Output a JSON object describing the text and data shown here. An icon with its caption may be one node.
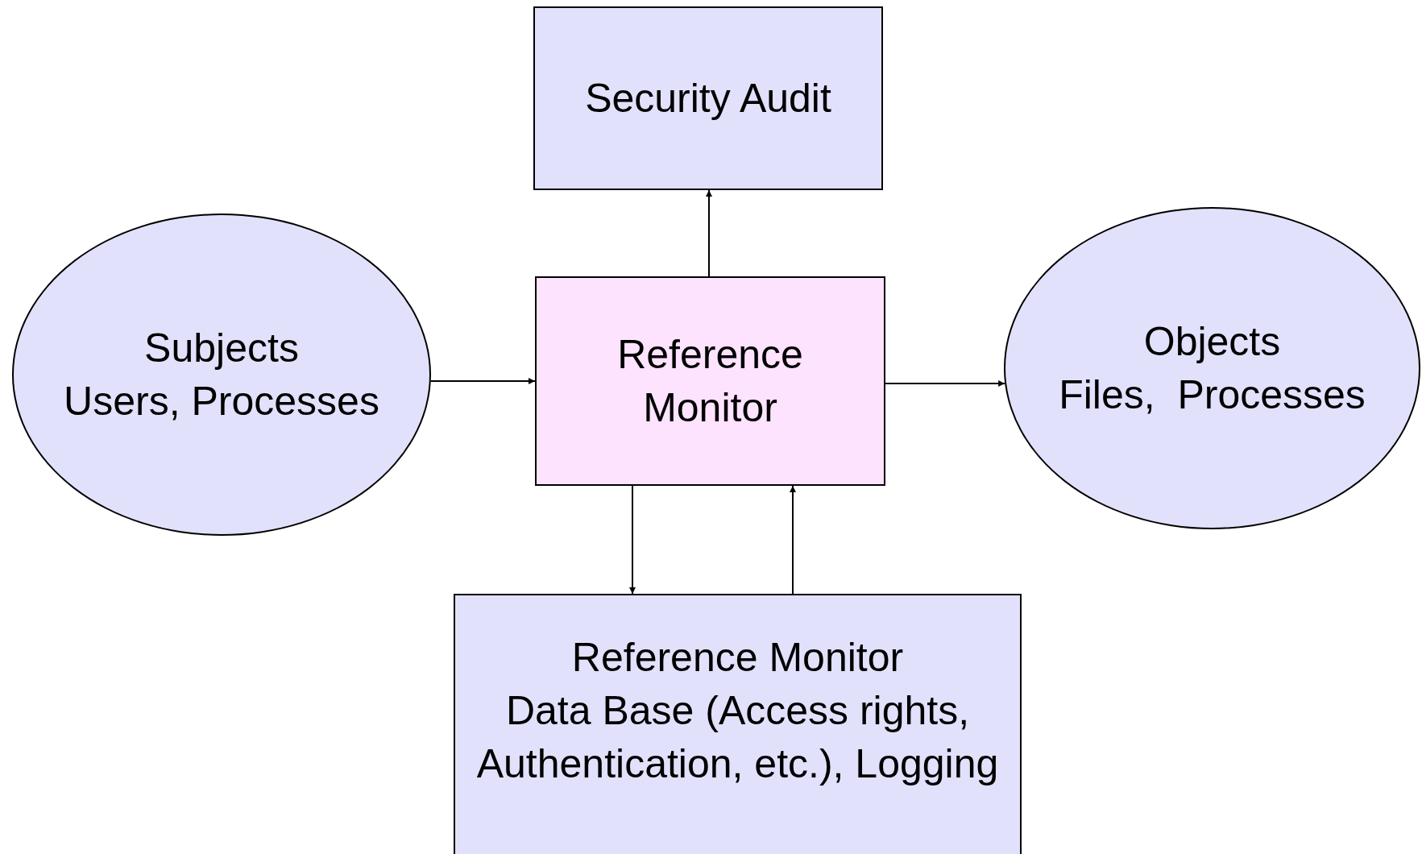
{
  "diagram": {
    "nodes": [
      {
        "text": [
          "Security Audit"
        ]
      },
      {
        "text": [
          "Subjects",
          "Users, Processes"
        ]
      },
      {
        "text": [
          "Reference Monitor"
        ]
      },
      {
        "text": [
          "Objects",
          "Files,  Processes"
        ]
      },
      {
        "text": [
          "Reference Monitor",
          "Data Base (Access rights, Authentication, etc.), Logging"
        ]
      }
    ],
    "edges": [
      {
        "from": 1,
        "to": 2,
        "arrow": "to"
      },
      {
        "from": 2,
        "to": 0,
        "arrow": "to"
      },
      {
        "from": 2,
        "to": 3,
        "arrow": "to"
      },
      {
        "from": 2,
        "to": 4,
        "arrow": "to"
      },
      {
        "from": 4,
        "to": 2,
        "arrow": "to"
      }
    ]
  }
}
